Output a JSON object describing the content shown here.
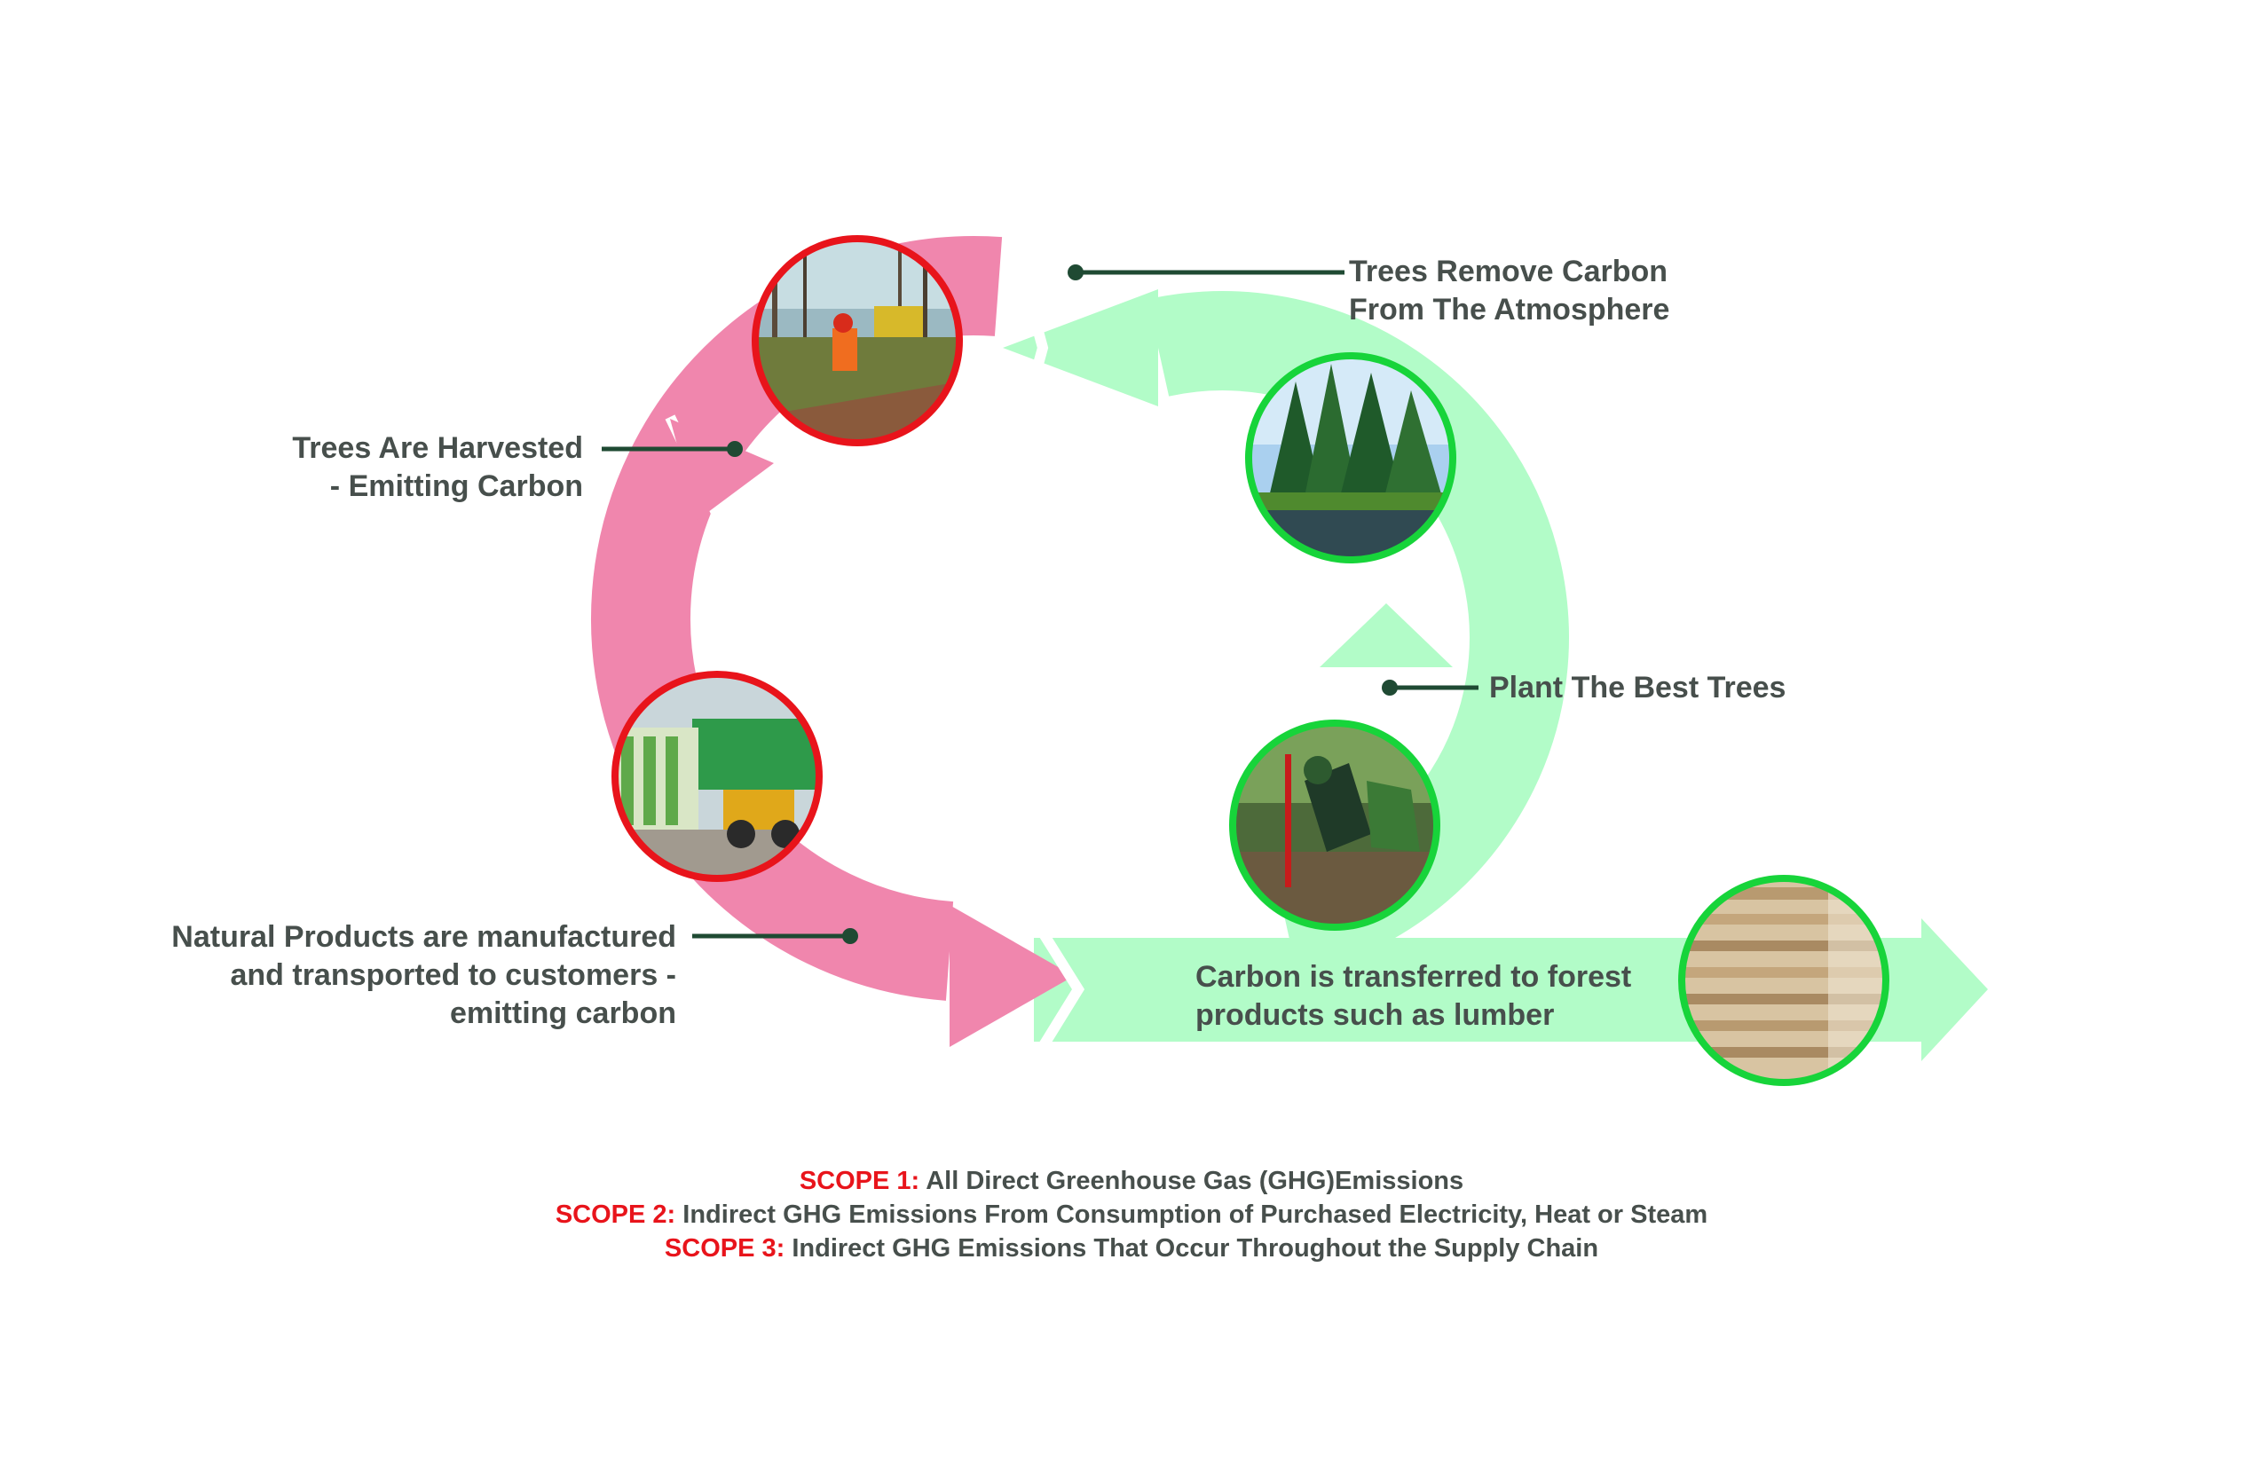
{
  "labels": {
    "trees_harvested": {
      "line1": "Trees Are Harvested",
      "line2": "- Emitting Carbon"
    },
    "trees_remove": {
      "line1": "Trees Remove Carbon",
      "line2": "From The Atmosphere"
    },
    "plant_trees": {
      "line1": "Plant The Best Trees"
    },
    "natural_products": {
      "line1": "Natural Products are manufactured",
      "line2": "and transported to customers -",
      "line3": "emitting carbon"
    },
    "carbon_transferred": {
      "line1": "Carbon is transferred to forest",
      "line2": "products such as lumber"
    }
  },
  "scopes": [
    {
      "key": "SCOPE 1:",
      "text": " All Direct Greenhouse Gas (GHG)Emissions"
    },
    {
      "key": "SCOPE 2:",
      "text": " Indirect GHG Emissions From Consumption of Purchased Electricity, Heat or Steam"
    },
    {
      "key": "SCOPE 3:",
      "text": " Indirect GHG Emissions That Occur Throughout the Supply Chain"
    }
  ],
  "photos": [
    {
      "name": "harvesting-photo",
      "subject": "forestry worker and harvester machine"
    },
    {
      "name": "forest-lake-photo",
      "subject": "spruce forest by a river"
    },
    {
      "name": "transport-photo",
      "subject": "loader lifting wrapped lumber bundles onto a truck"
    },
    {
      "name": "planting-photo",
      "subject": "tree planter placing seedling"
    },
    {
      "name": "lumber-photo",
      "subject": "stacked lumber"
    }
  ],
  "colors": {
    "emission_arrow": "#f086ad",
    "removal_arrow": "#b2fcc8",
    "emission_ring": "#e8141b",
    "removal_ring": "#17d43a",
    "leader_line": "#1f4a33",
    "text": "#474f4c",
    "scope_key": "#e8141b"
  }
}
